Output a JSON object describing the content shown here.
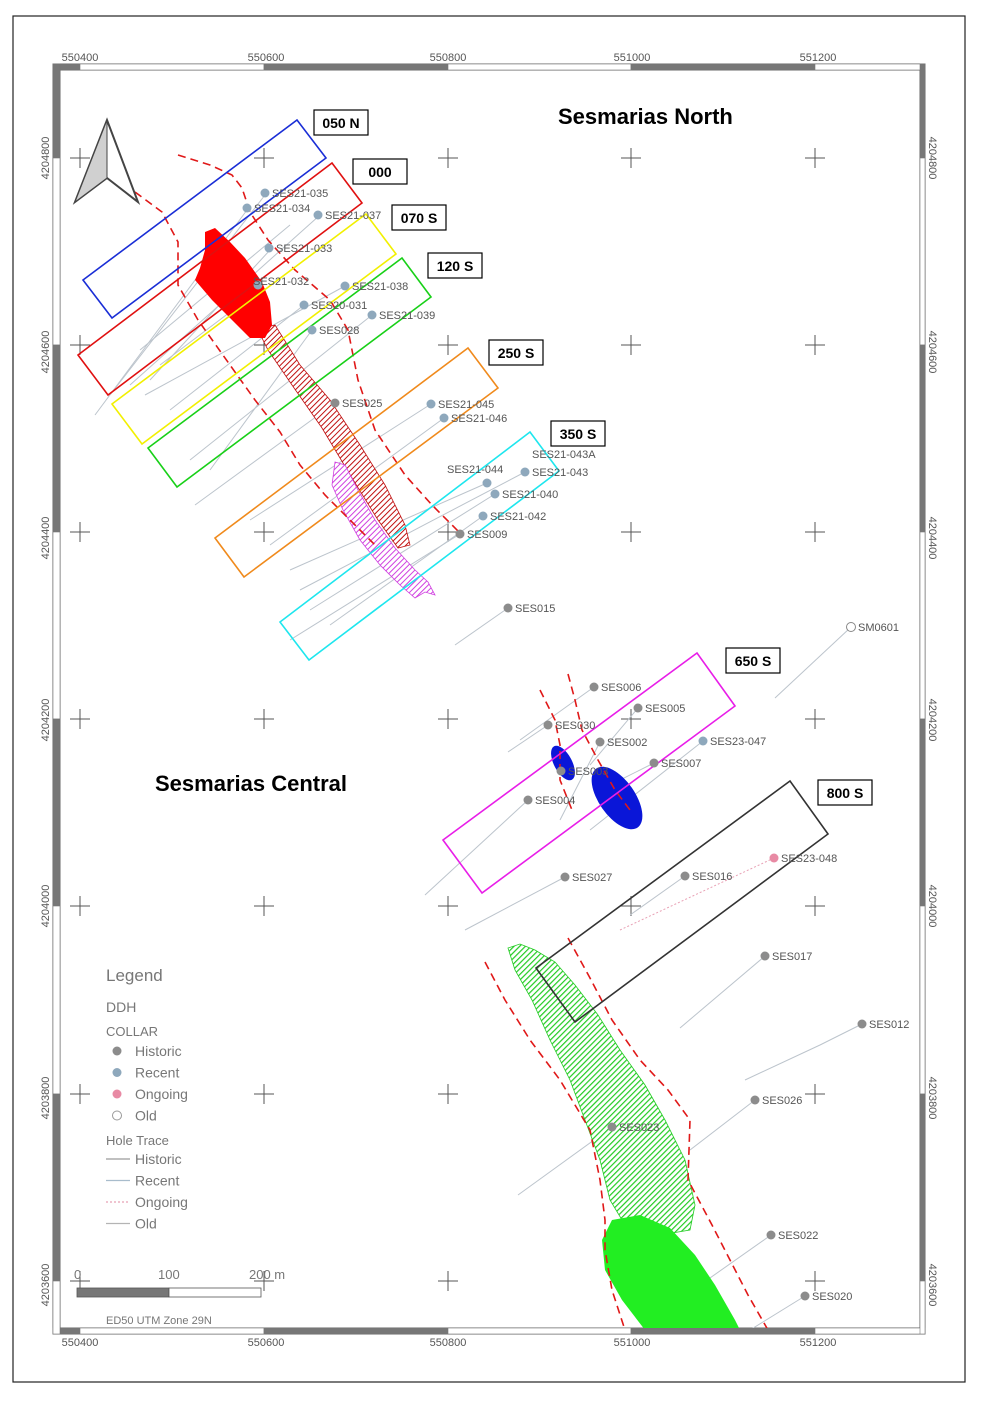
{
  "areas": {
    "north": "Sesmarias North",
    "central": "Sesmarias Central"
  },
  "ticks": {
    "x": [
      "550400",
      "550600",
      "550800",
      "551000",
      "551200"
    ],
    "y": [
      "4204800",
      "4204600",
      "4204400",
      "4204200",
      "4204000",
      "4203800",
      "4203600"
    ]
  },
  "sections": [
    {
      "label": "050 N",
      "color": "#1a2ed6"
    },
    {
      "label": "000",
      "color": "#e01010"
    },
    {
      "label": "070 S",
      "color": "#f2f000"
    },
    {
      "label": "120 S",
      "color": "#18d018"
    },
    {
      "label": "250 S",
      "color": "#f08a1c"
    },
    {
      "label": "350 S",
      "color": "#1ee6ee"
    },
    {
      "label": "650 S",
      "color": "#e81ee8"
    },
    {
      "label": "800 S",
      "color": "#333333"
    }
  ],
  "collars": [
    {
      "id": "SES21-035",
      "status": "recent"
    },
    {
      "id": "SES21-034",
      "status": "recent"
    },
    {
      "id": "SES21-037",
      "status": "recent"
    },
    {
      "id": "SES21-033",
      "status": "recent"
    },
    {
      "id": "SES21-032",
      "status": "recent"
    },
    {
      "id": "SES21-038",
      "status": "recent"
    },
    {
      "id": "SES20-031",
      "status": "recent"
    },
    {
      "id": "SES21-039",
      "status": "recent"
    },
    {
      "id": "SES028",
      "status": "recent"
    },
    {
      "id": "SES025",
      "status": "historic"
    },
    {
      "id": "SES21-045",
      "status": "recent"
    },
    {
      "id": "SES21-046",
      "status": "recent"
    },
    {
      "id": "SES21-044",
      "status": "recent"
    },
    {
      "id": "SES21-043",
      "status": "recent"
    },
    {
      "id": "SES21-043A",
      "status": "recent"
    },
    {
      "id": "SES21-040",
      "status": "recent"
    },
    {
      "id": "SES21-042",
      "status": "recent"
    },
    {
      "id": "SES009",
      "status": "historic"
    },
    {
      "id": "SES015",
      "status": "historic"
    },
    {
      "id": "SM0601",
      "status": "old"
    },
    {
      "id": "SES006",
      "status": "historic"
    },
    {
      "id": "SES005",
      "status": "historic"
    },
    {
      "id": "SES030",
      "status": "historic"
    },
    {
      "id": "SES002",
      "status": "historic"
    },
    {
      "id": "SES23-047",
      "status": "recent"
    },
    {
      "id": "SES007",
      "status": "historic"
    },
    {
      "id": "SES003",
      "status": "historic"
    },
    {
      "id": "SES004",
      "status": "historic"
    },
    {
      "id": "SES23-048",
      "status": "ongoing"
    },
    {
      "id": "SES027",
      "status": "historic"
    },
    {
      "id": "SES016",
      "status": "historic"
    },
    {
      "id": "SES017",
      "status": "historic"
    },
    {
      "id": "SES012",
      "status": "historic"
    },
    {
      "id": "SES026",
      "status": "historic"
    },
    {
      "id": "SES023",
      "status": "historic"
    },
    {
      "id": "SES022",
      "status": "historic"
    },
    {
      "id": "SES020",
      "status": "historic"
    }
  ],
  "legend": {
    "title": "Legend",
    "group": "DDH",
    "collar_heading": "COLLAR",
    "collar_items": [
      {
        "label": "Historic",
        "color": "#8c8c8c"
      },
      {
        "label": "Recent",
        "color": "#8ea8bc"
      },
      {
        "label": "Ongoing",
        "color": "#e88aa4"
      },
      {
        "label": "Old",
        "color": "#ffffff"
      }
    ],
    "trace_heading": "Hole Trace",
    "trace_items": [
      {
        "label": "Historic",
        "color": "#9a9a9a"
      },
      {
        "label": "Recent",
        "color": "#a8bccc"
      },
      {
        "label": "Ongoing",
        "color": "#e8a0b4"
      },
      {
        "label": "Old",
        "color": "#b4b4b4"
      }
    ]
  },
  "scale": {
    "ticks": [
      "0",
      "100",
      "200 m"
    ]
  },
  "crs": "ED50 UTM Zone 29N",
  "colors": {
    "ore_red": "#ff0000",
    "ore_green": "#22ee22",
    "ore_blue": "#0a16d8",
    "ore_magenta": "#d040e0",
    "fault": "#e01818"
  }
}
